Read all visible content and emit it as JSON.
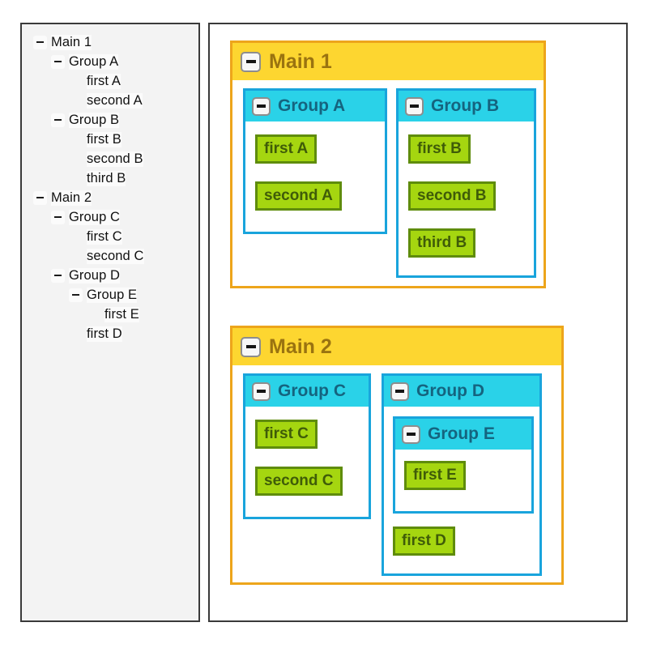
{
  "tree": {
    "toggle_icon": "minus-icon",
    "items": [
      {
        "label": "Main 1",
        "depth": 0,
        "expandable": true,
        "icon": "minus-icon"
      },
      {
        "label": "Group A",
        "depth": 1,
        "expandable": true,
        "icon": "minus-icon"
      },
      {
        "label": "first A",
        "depth": 2,
        "expandable": false,
        "icon": ""
      },
      {
        "label": "second A",
        "depth": 2,
        "expandable": false,
        "icon": ""
      },
      {
        "label": "Group B",
        "depth": 1,
        "expandable": true,
        "icon": "minus-icon"
      },
      {
        "label": "first B",
        "depth": 2,
        "expandable": false,
        "icon": ""
      },
      {
        "label": "second B",
        "depth": 2,
        "expandable": false,
        "icon": ""
      },
      {
        "label": "third B",
        "depth": 2,
        "expandable": false,
        "icon": ""
      },
      {
        "label": "Main 2",
        "depth": 0,
        "expandable": true,
        "icon": "minus-icon"
      },
      {
        "label": "Group C",
        "depth": 1,
        "expandable": true,
        "icon": "minus-icon"
      },
      {
        "label": "first C",
        "depth": 2,
        "expandable": false,
        "icon": ""
      },
      {
        "label": "second C",
        "depth": 2,
        "expandable": false,
        "icon": ""
      },
      {
        "label": "Group D",
        "depth": 1,
        "expandable": true,
        "icon": "minus-icon"
      },
      {
        "label": "Group E",
        "depth": 2,
        "expandable": true,
        "icon": "minus-icon"
      },
      {
        "label": "first E",
        "depth": 3,
        "expandable": false,
        "icon": ""
      },
      {
        "label": "first D",
        "depth": 2,
        "expandable": false,
        "icon": ""
      }
    ]
  },
  "canvas": {
    "main1": {
      "title": "Main 1",
      "collapse_icon": "minus-icon",
      "groupA": {
        "title": "Group A",
        "collapse_icon": "minus-icon",
        "leaves": [
          {
            "label": "first A"
          },
          {
            "label": "second A"
          }
        ]
      },
      "groupB": {
        "title": "Group B",
        "collapse_icon": "minus-icon",
        "leaves": [
          {
            "label": "first B"
          },
          {
            "label": "second B"
          },
          {
            "label": "third B"
          }
        ]
      }
    },
    "main2": {
      "title": "Main 2",
      "collapse_icon": "minus-icon",
      "groupC": {
        "title": "Group C",
        "collapse_icon": "minus-icon",
        "leaves": [
          {
            "label": "first C"
          },
          {
            "label": "second C"
          }
        ]
      },
      "groupD": {
        "title": "Group D",
        "collapse_icon": "minus-icon",
        "groupE": {
          "title": "Group E",
          "collapse_icon": "minus-icon",
          "leaves": [
            {
              "label": "first E"
            }
          ]
        },
        "leaves": [
          {
            "label": "first D"
          }
        ]
      }
    }
  },
  "colors": {
    "main_header_bg": "#fdd630",
    "main_border": "#eda51b",
    "main_title_text": "#9a7310",
    "group_header_bg": "#2ad2e8",
    "group_border": "#19a4dc",
    "group_title_text": "#15647f",
    "leaf_bg": "#a5d610",
    "leaf_border": "#5f8c0c",
    "leaf_text": "#3f5c08",
    "panel_border": "#3a3a3a",
    "tree_panel_bg": "#f3f3f3"
  }
}
